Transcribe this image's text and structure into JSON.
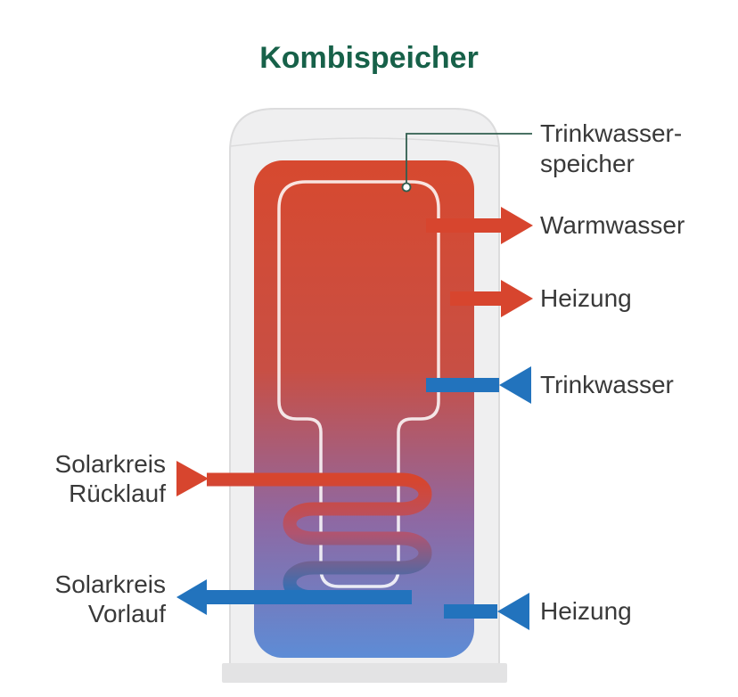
{
  "title": "Kombispeicher",
  "labels": {
    "speicher": [
      "Trinkwasser-",
      "speicher"
    ],
    "warmwasser": "Warmwasser",
    "heizung_top": "Heizung",
    "trinkwasser": "Trinkwasser",
    "solar_ruecklauf": [
      "Solarkreis",
      "Rücklauf"
    ],
    "solar_vorlauf": [
      "Solarkreis",
      "Vorlauf"
    ],
    "heizung_bottom": "Heizung"
  },
  "colors": {
    "title": "#176149",
    "hot_red": "#d7452e",
    "cold_blue": "#2273bd",
    "label_text": "#393939",
    "leader_line": "#315e4f",
    "shell_fill": "#efeff0",
    "shell_stroke": "#dcdcdd",
    "base_fill": "#e3e3e4"
  },
  "arrows": [
    {
      "label": "Warmwasser",
      "color": "#d7452e",
      "direction": "out-right"
    },
    {
      "label": "Heizung",
      "color": "#d7452e",
      "direction": "out-right"
    },
    {
      "label": "Trinkwasser",
      "color": "#2273bd",
      "direction": "in-from-right"
    },
    {
      "label": "Solarkreis Rücklauf",
      "color": "#d7452e",
      "direction": "in-from-left"
    },
    {
      "label": "Solarkreis Vorlauf",
      "color": "#2273bd",
      "direction": "out-left"
    },
    {
      "label": "Heizung",
      "color": "#2273bd",
      "direction": "in-from-right"
    }
  ]
}
